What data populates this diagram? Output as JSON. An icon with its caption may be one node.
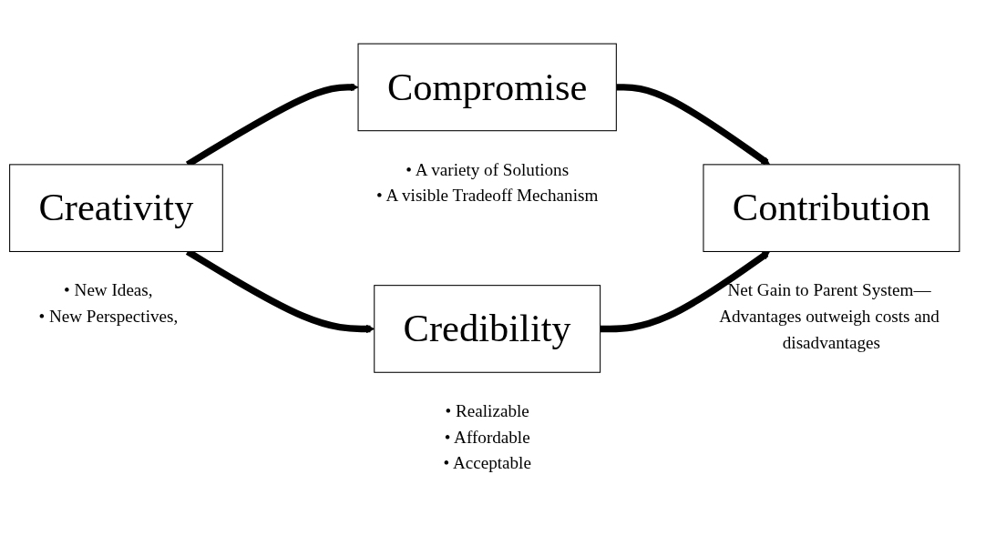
{
  "diagram": {
    "nodes": [
      {
        "text": [
          "Creativity"
        ],
        "beside": [
          "• New Ideas,",
          "• New Perspectives,"
        ]
      },
      {
        "text": [
          "Compromise"
        ],
        "beside": [
          "• A variety of Solutions",
          "• A visible Tradeoff Mechanism"
        ]
      },
      {
        "text": [
          "Credibility"
        ],
        "beside": [
          "• Realizable",
          "• Affordable",
          "• Acceptable"
        ]
      },
      {
        "text": [
          "Contribution"
        ],
        "beside": [
          "Net Gain to Parent System— Advantages outweigh costs and disadvantages"
        ]
      }
    ],
    "edges": [
      {
        "from": 0,
        "to": 1,
        "arrow": "to"
      },
      {
        "from": 1,
        "to": 3,
        "arrow": "to"
      },
      {
        "from": 0,
        "to": 2,
        "arrow": "to"
      },
      {
        "from": 2,
        "to": 3,
        "arrow": "to"
      }
    ]
  }
}
